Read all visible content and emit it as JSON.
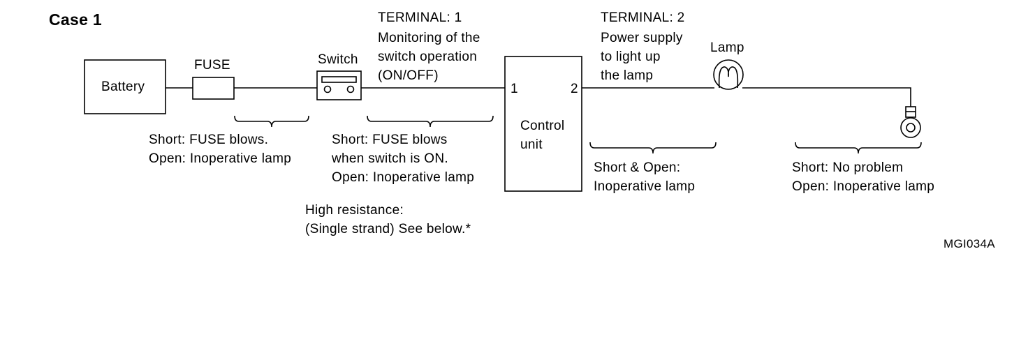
{
  "case_title": "Case 1",
  "components": {
    "battery": "Battery",
    "fuse": "FUSE",
    "switch": "Switch",
    "control_unit_line1": "Control",
    "control_unit_line2": "unit",
    "lamp": "Lamp",
    "pin1": "1",
    "pin2": "2"
  },
  "terminal1": {
    "heading": "TERMINAL: 1",
    "line1": "Monitoring of the",
    "line2": "switch operation",
    "line3": "(ON/OFF)"
  },
  "terminal2": {
    "heading": "TERMINAL: 2",
    "line1": "Power supply",
    "line2": "to light up",
    "line3": "the lamp"
  },
  "notes": {
    "fuse_segment": [
      "Short: FUSE blows.",
      "Open: Inoperative lamp"
    ],
    "switch_segment": [
      "Short: FUSE blows",
      "when switch is ON.",
      "Open: Inoperative lamp"
    ],
    "high_resistance": [
      "High resistance:",
      "(Single strand) See below.*"
    ],
    "lamp_segment": [
      "Short & Open:",
      "Inoperative lamp"
    ],
    "ground_segment": [
      "Short: No problem",
      "Open: Inoperative lamp"
    ]
  },
  "figure_code": "MGI034A"
}
